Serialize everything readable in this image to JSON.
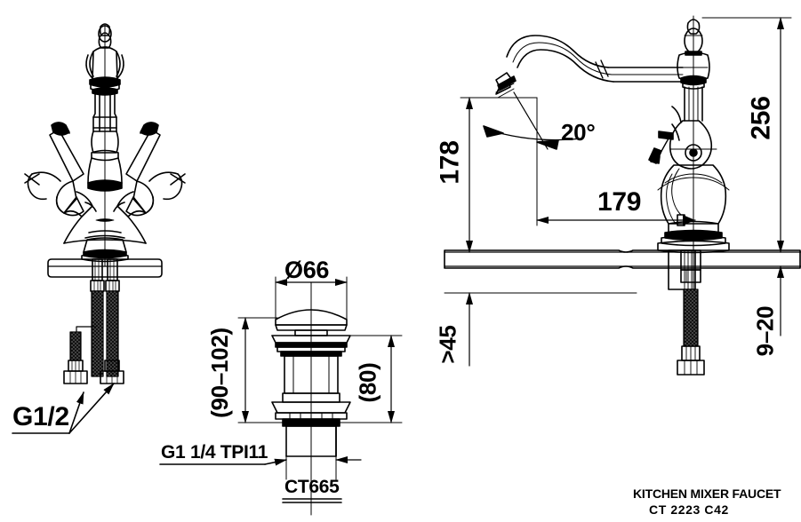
{
  "drawing": {
    "title_main": "KITCHEN MIXER FAUCET",
    "title_model": "CT 2223 C42",
    "drain_label": "CT665"
  },
  "dimensions": {
    "spout_height": "178",
    "overall_height": "256",
    "spout_reach": "179",
    "swivel_angle": "20°",
    "clearance_min": ">45",
    "deck_thickness": "9–20",
    "drain_diameter": "Ø66",
    "drain_total_height": "(90–102)",
    "drain_body_height": "(80)",
    "supply_thread": "G1/2",
    "drain_thread": "G1 1/4 TPI11"
  },
  "views": {
    "front_view_name": "front-elevation",
    "side_view_name": "side-elevation",
    "drain_view_name": "drain-assembly"
  },
  "colors": {
    "line": "#000000",
    "background": "#ffffff"
  }
}
